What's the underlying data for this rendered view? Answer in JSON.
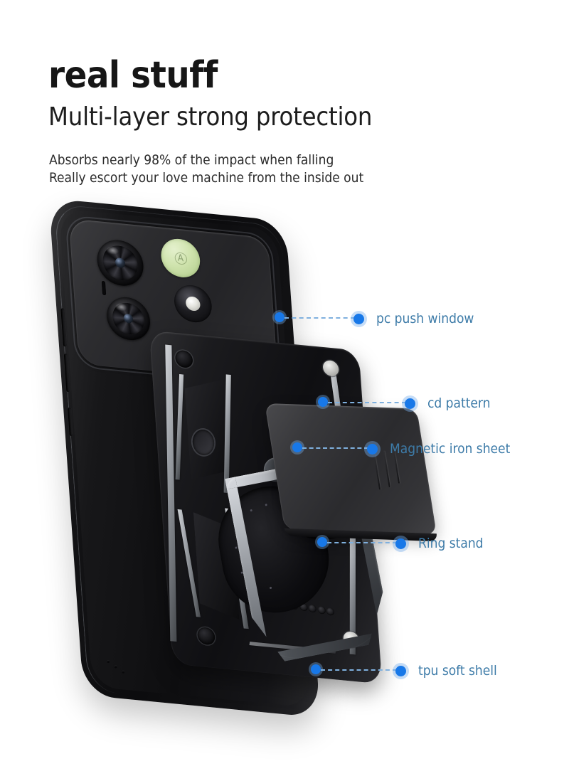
{
  "header": {
    "title": "real stuff",
    "subtitle": "Multi-layer strong protection",
    "description_line1": "Absorbs nearly 98% of the impact when falling",
    "description_line2": "Really escort your love machine from the inside out"
  },
  "colors": {
    "background": "#ffffff",
    "title_text": "#161616",
    "subtitle_text": "#1d1d1d",
    "description_text": "#2a2a2a",
    "callout_text": "#3d7ba8",
    "marker_dot": "#1878e8",
    "marker_halo": "#78afeb",
    "leader_line": "#7fb0de",
    "case_black": "#0f0f12",
    "silver_accent": "#cfd2d6",
    "green_puck": "#cfe3ad"
  },
  "callouts": [
    {
      "id": "pc-push-window",
      "label": "pc push window"
    },
    {
      "id": "cd-pattern",
      "label": "cd pattern"
    },
    {
      "id": "magnetic-iron-sheet",
      "label": "Magnetic iron sheet"
    },
    {
      "id": "ring-stand",
      "label": "Ring stand"
    },
    {
      "id": "tpu-soft-shell",
      "label": "tpu soft shell"
    }
  ],
  "product": {
    "name": "rugged phone case with camera slide cover and ring kickstand",
    "parts": [
      "tpu soft shell",
      "pc armor back plate",
      "sliding camera cover",
      "magnetic iron sheet",
      "cd pattern disc",
      "metal ring stand"
    ]
  }
}
